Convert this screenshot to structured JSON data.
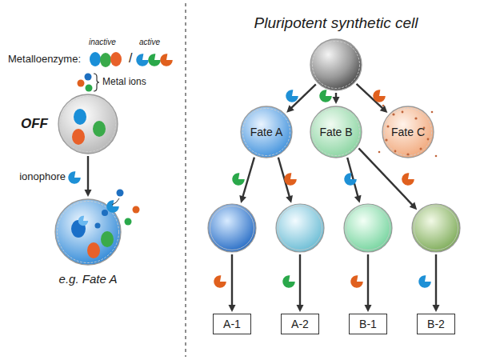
{
  "diagram": {
    "nodes": [
      {
        "text": [
          "OFF"
        ]
      },
      {
        "text": [
          "e.g. Fate A"
        ]
      },
      {
        "text": [
          "Pluripotent synthetic cell"
        ]
      },
      {
        "text": [
          "Fate A"
        ]
      },
      {
        "text": [
          "Fate B"
        ]
      },
      {
        "text": [
          "Fate C"
        ]
      },
      {
        "text": [
          "A-1"
        ]
      },
      {
        "text": [
          "A-2"
        ]
      },
      {
        "text": [
          "B-1"
        ]
      },
      {
        "text": [
          "B-2"
        ]
      }
    ],
    "edges": [
      {
        "from": 0,
        "to": 1,
        "label": "ionophore",
        "arrow": "to"
      },
      {
        "from": 2,
        "to": 3,
        "arrow": "to"
      },
      {
        "from": 2,
        "to": 4,
        "arrow": "to"
      },
      {
        "from": 2,
        "to": 5,
        "arrow": "to"
      },
      {
        "from": 3,
        "to": 6,
        "arrow": "to"
      },
      {
        "from": 3,
        "to": 7,
        "arrow": "to"
      },
      {
        "from": 4,
        "to": 8,
        "arrow": "to"
      },
      {
        "from": 4,
        "to": 9,
        "arrow": "to"
      }
    ],
    "labels": [
      "Metalloenzyme:",
      "inactive",
      "/",
      "active",
      "Metal ions"
    ]
  }
}
